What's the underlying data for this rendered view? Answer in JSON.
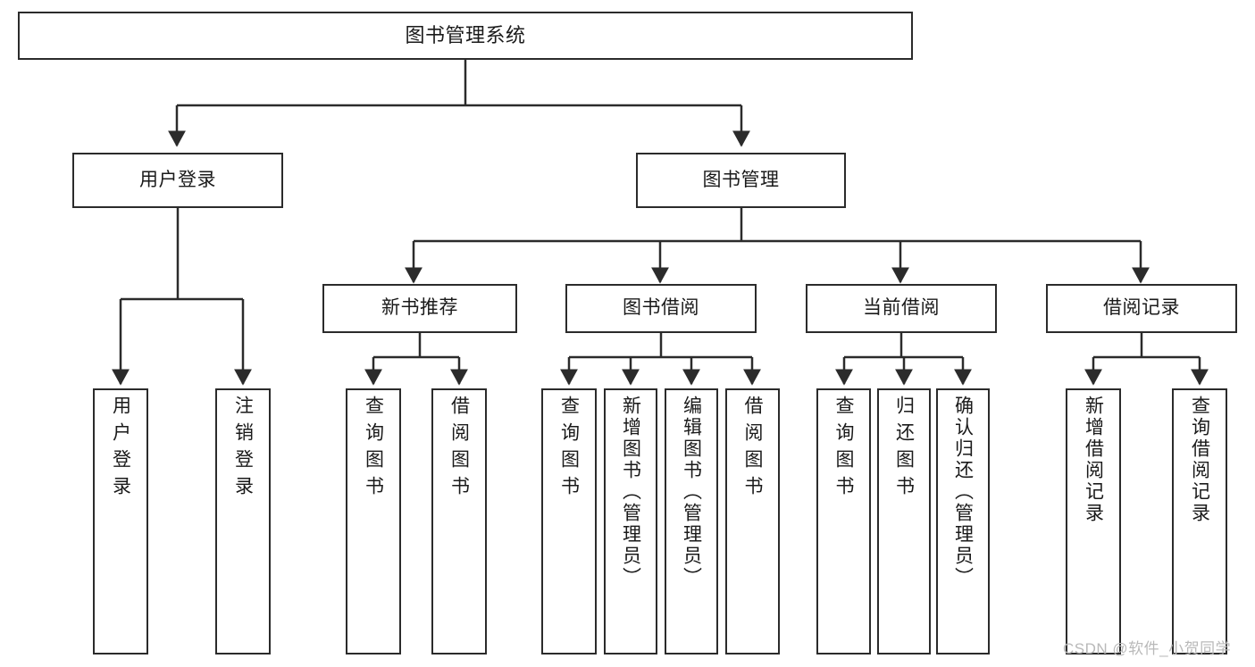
{
  "diagram": {
    "title": "图书管理系统",
    "type": "tree-hierarchy-chart",
    "stroke_color": "#2b2b2b",
    "background_color": "#ffffff"
  },
  "root": {
    "label": "图书管理系统"
  },
  "tier2": [
    {
      "label": "用户登录"
    },
    {
      "label": "图书管理"
    }
  ],
  "tier3": [
    {
      "label": "新书推荐"
    },
    {
      "label": "图书借阅"
    },
    {
      "label": "当前借阅"
    },
    {
      "label": "借阅记录"
    }
  ],
  "leaves": {
    "user_login": [
      {
        "label": "用户登录"
      },
      {
        "label": "注销登录"
      }
    ],
    "new_book_recommend": [
      {
        "label": "查询图书"
      },
      {
        "label": "借阅图书"
      }
    ],
    "book_borrow": [
      {
        "label": "查询图书"
      },
      {
        "label": "新增图书（管理员）"
      },
      {
        "label": "编辑图书（管理员）"
      },
      {
        "label": "借阅图书"
      }
    ],
    "current_borrow": [
      {
        "label": "查询图书"
      },
      {
        "label": "归还图书"
      },
      {
        "label": "确认归还（管理员）"
      }
    ],
    "borrow_record": [
      {
        "label": "新增借阅记录"
      },
      {
        "label": "查询借阅记录"
      }
    ]
  },
  "watermark": {
    "text": "CSDN @软件_小贺同学"
  }
}
